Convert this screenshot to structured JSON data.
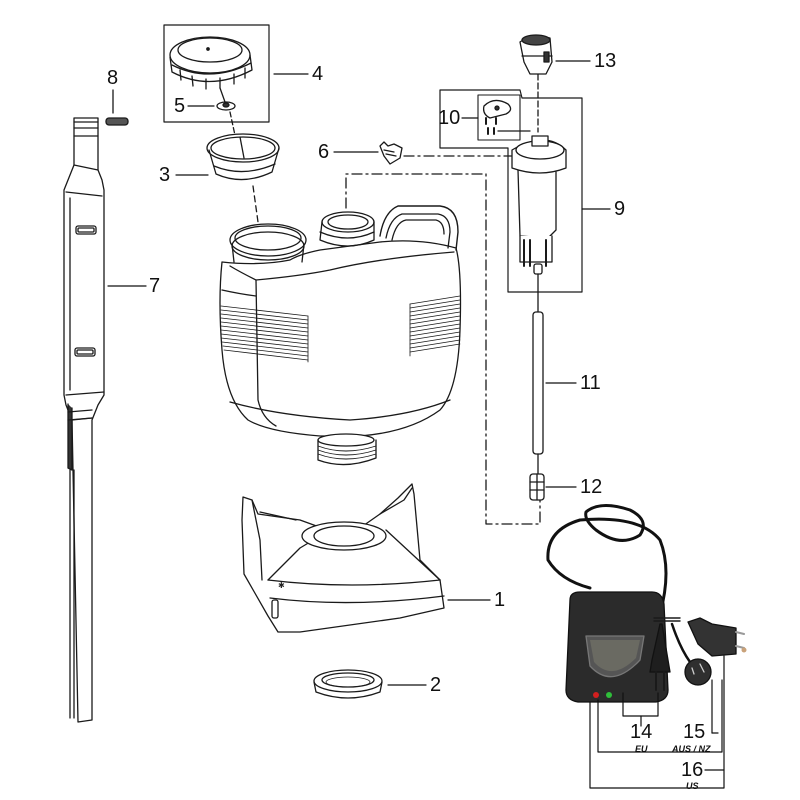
{
  "diagram": {
    "type": "exploded-parts-view",
    "subject": "Battery backpack sprayer with charger",
    "stroke_color": "#1a1a1a",
    "charger_color": "#2b2b2b",
    "led_colors": {
      "red": "#d21f1f",
      "green": "#2fbf3a"
    }
  },
  "parts": [
    {
      "number": "1",
      "name": "base-stand"
    },
    {
      "number": "2",
      "name": "threaded-ring"
    },
    {
      "number": "3",
      "name": "filter-basket"
    },
    {
      "number": "4",
      "name": "tank-lid"
    },
    {
      "number": "5",
      "name": "lid-valve-washer"
    },
    {
      "number": "6",
      "name": "clip"
    },
    {
      "number": "7",
      "name": "shoulder-strap"
    },
    {
      "number": "8",
      "name": "pin"
    },
    {
      "number": "9",
      "name": "pump-assembly"
    },
    {
      "number": "10",
      "name": "pump-bracket-kit"
    },
    {
      "number": "11",
      "name": "suction-tube"
    },
    {
      "number": "12",
      "name": "suction-filter"
    },
    {
      "number": "13",
      "name": "battery"
    },
    {
      "number": "14",
      "name": "charger-eu",
      "variant": "EU"
    },
    {
      "number": "15",
      "name": "charger-aus-nz",
      "variant": "AUS / NZ"
    },
    {
      "number": "16",
      "name": "charger-us",
      "variant": "US"
    }
  ],
  "labels": {
    "p1": "1",
    "p2": "2",
    "p3": "3",
    "p4": "4",
    "p5": "5",
    "p6": "6",
    "p7": "7",
    "p8": "8",
    "p9": "9",
    "p10": "10",
    "p11": "11",
    "p12": "12",
    "p13": "13",
    "p14": "14",
    "p15": "15",
    "p16": "16",
    "eu": "EU",
    "aus_nz": "AUS / NZ",
    "us": "US"
  }
}
